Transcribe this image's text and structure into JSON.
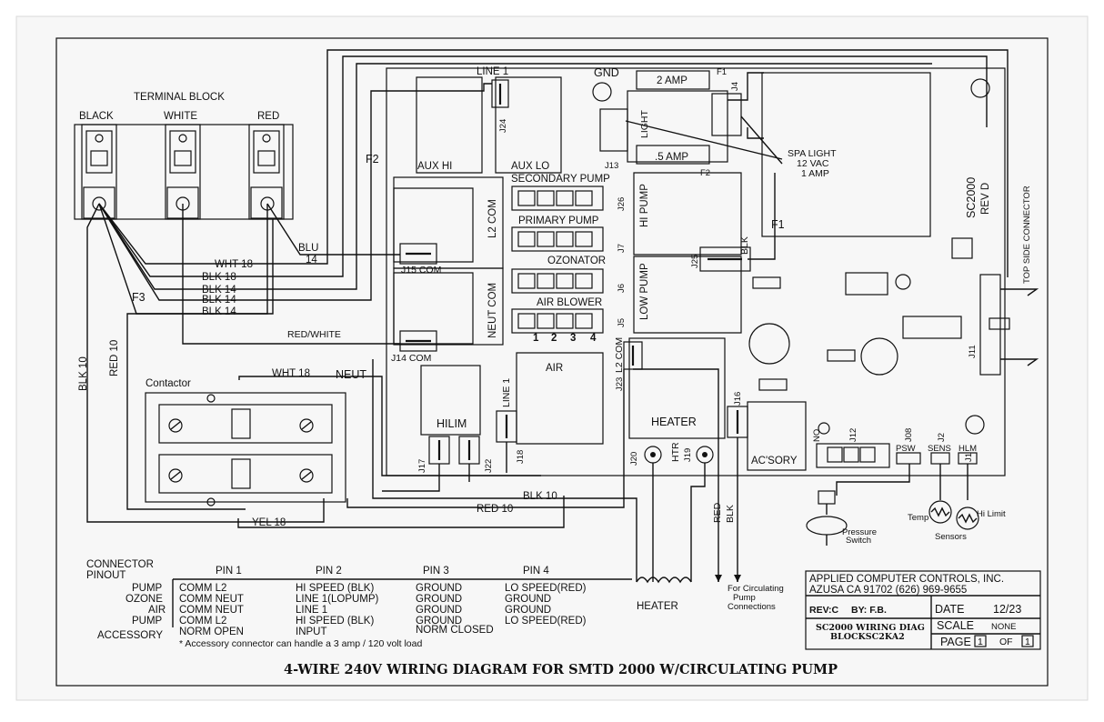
{
  "title": "4-WIRE 240V WIRING DIAGRAM FOR SMTD 2000 W/CIRCULATING PUMP",
  "terminal_block": {
    "label": "TERMINAL BLOCK",
    "black": "BLACK",
    "white": "WHITE",
    "red": "RED"
  },
  "board": {
    "model": "SC2000",
    "rev": "REV D",
    "gnd": "GND",
    "line1_top": "LINE 1",
    "j24": "J24",
    "aux_hi": "AUX HI",
    "aux_lo": "AUX LO",
    "f2_left": "F2",
    "fuse_2amp": "2 AMP",
    "f1_small": "F1",
    "j4": "J4",
    "light": "LIGHT",
    "j13": "J13",
    "fuse_5amp": ".5 AMP",
    "f2_small": "F2",
    "spa_light_1": "SPA LIGHT",
    "spa_light_2": "12 VAC",
    "spa_light_3": "1 AMP",
    "secondary_pump": "SECONDARY PUMP",
    "j26": "J26",
    "primary_pump": "PRIMARY PUMP",
    "j7": "J7",
    "l2_com": "L2 COM",
    "hi_pump": "HI PUMP",
    "f1_right": "F1",
    "j25": "J25",
    "blk": "BLK",
    "ozonator": "OZONATOR",
    "j6": "J6",
    "low_pump": "LOW PUMP",
    "neut_com": "NEUT COM",
    "air_blower": "AIR BLOWER",
    "j5": "J5",
    "pins": [
      "1",
      "2",
      "3",
      "4"
    ],
    "j15_com": "J15 COM",
    "j14_com": "J14  COM",
    "j23": "J23",
    "l2_com_small": "L2 COM",
    "air": "AIR",
    "line1_mid": "LINE 1",
    "j18": "J18",
    "hilim": "HILIM",
    "j17": "J17",
    "j22": "J22",
    "heater": "HEATER",
    "j16": "J16",
    "acsory": "AC'SORY",
    "j20": "J20",
    "htr": "HTR",
    "j19": "J19",
    "no": "NO",
    "j12": "J12",
    "j08": "J08",
    "j2": "J2",
    "j1": "J1",
    "psw": "PSW",
    "sens": "SENS",
    "hlm": "HLM",
    "top_side_connector": "TOP SIDE CONNECTOR",
    "j11": "J11"
  },
  "wires": {
    "blu": "BLU",
    "n14a": "14",
    "wht18": "WHT 18",
    "blk18": "BLK 18",
    "blk14a": "BLK 14",
    "blk14b": "BLK 14",
    "blk14c": "BLK 14",
    "f3": "F3",
    "red_white": "RED/WHITE",
    "red10_left": "RED 10",
    "blk10_left": "BLK 10",
    "wht18_cont": "WHT 18",
    "neut": "NEUT",
    "blk10_bottom": "BLK 10",
    "red10_bottom": "RED 10",
    "yel18": "YEL 18",
    "red_v": "RED",
    "blk_v": "BLK"
  },
  "contactor": {
    "label": "Contactor"
  },
  "heater_element": "HEATER",
  "circulating": [
    "For Circulating",
    "Pump",
    "Connections"
  ],
  "pressure_switch": [
    "Pressure",
    "Switch"
  ],
  "sensors": {
    "temp": "Temp",
    "hi_limit": "Hi Limit",
    "label": "Sensors"
  },
  "pinout": {
    "title_1": "CONNECTOR",
    "title_2": "PINOUT",
    "headers": [
      "PIN 1",
      "PIN 2",
      "PIN 3",
      "PIN 4"
    ],
    "rows": [
      {
        "label": "PUMP",
        "p1": "COMM L2",
        "p2": "HI SPEED (BLK)",
        "p3": "GROUND",
        "p4": "LO SPEED(RED)"
      },
      {
        "label": "OZONE",
        "p1": "COMM NEUT",
        "p2": "LINE 1(LOPUMP)",
        "p3": "GROUND",
        "p4": "GROUND"
      },
      {
        "label": "AIR",
        "p1": "COMM NEUT",
        "p2": "LINE 1",
        "p3": "GROUND",
        "p4": "GROUND"
      },
      {
        "label": "PUMP",
        "p1": "COMM L2",
        "p2": "HI SPEED (BLK)",
        "p3": "GROUND",
        "p4": "LO SPEED(RED)"
      },
      {
        "label": "ACCESSORY",
        "p1": "NORM OPEN",
        "p2": "INPUT",
        "p3": "NORM CLOSED",
        "p4": ""
      }
    ],
    "note": "* Accessory connector can handle a 3 amp / 120 volt load"
  },
  "title_block": {
    "company": "APPLIED COMPUTER CONTROLS, INC.",
    "address": "AZUSA CA 91702  (626) 969-9655",
    "rev": "REV:C",
    "by": "BY: F.B.",
    "date_label": "DATE",
    "date": "12/23",
    "dwg_1": "SC2000 WIRING DIAG",
    "dwg_2": "BLOCKSC2KA2",
    "scale_label": "SCALE",
    "scale": "NONE",
    "page_label": "PAGE",
    "page_num": "1",
    "page_of": "OF",
    "page_total": "1"
  },
  "colors": {
    "ink": "#111111",
    "paper": "#f7f7f7",
    "background": "#ffffff"
  }
}
